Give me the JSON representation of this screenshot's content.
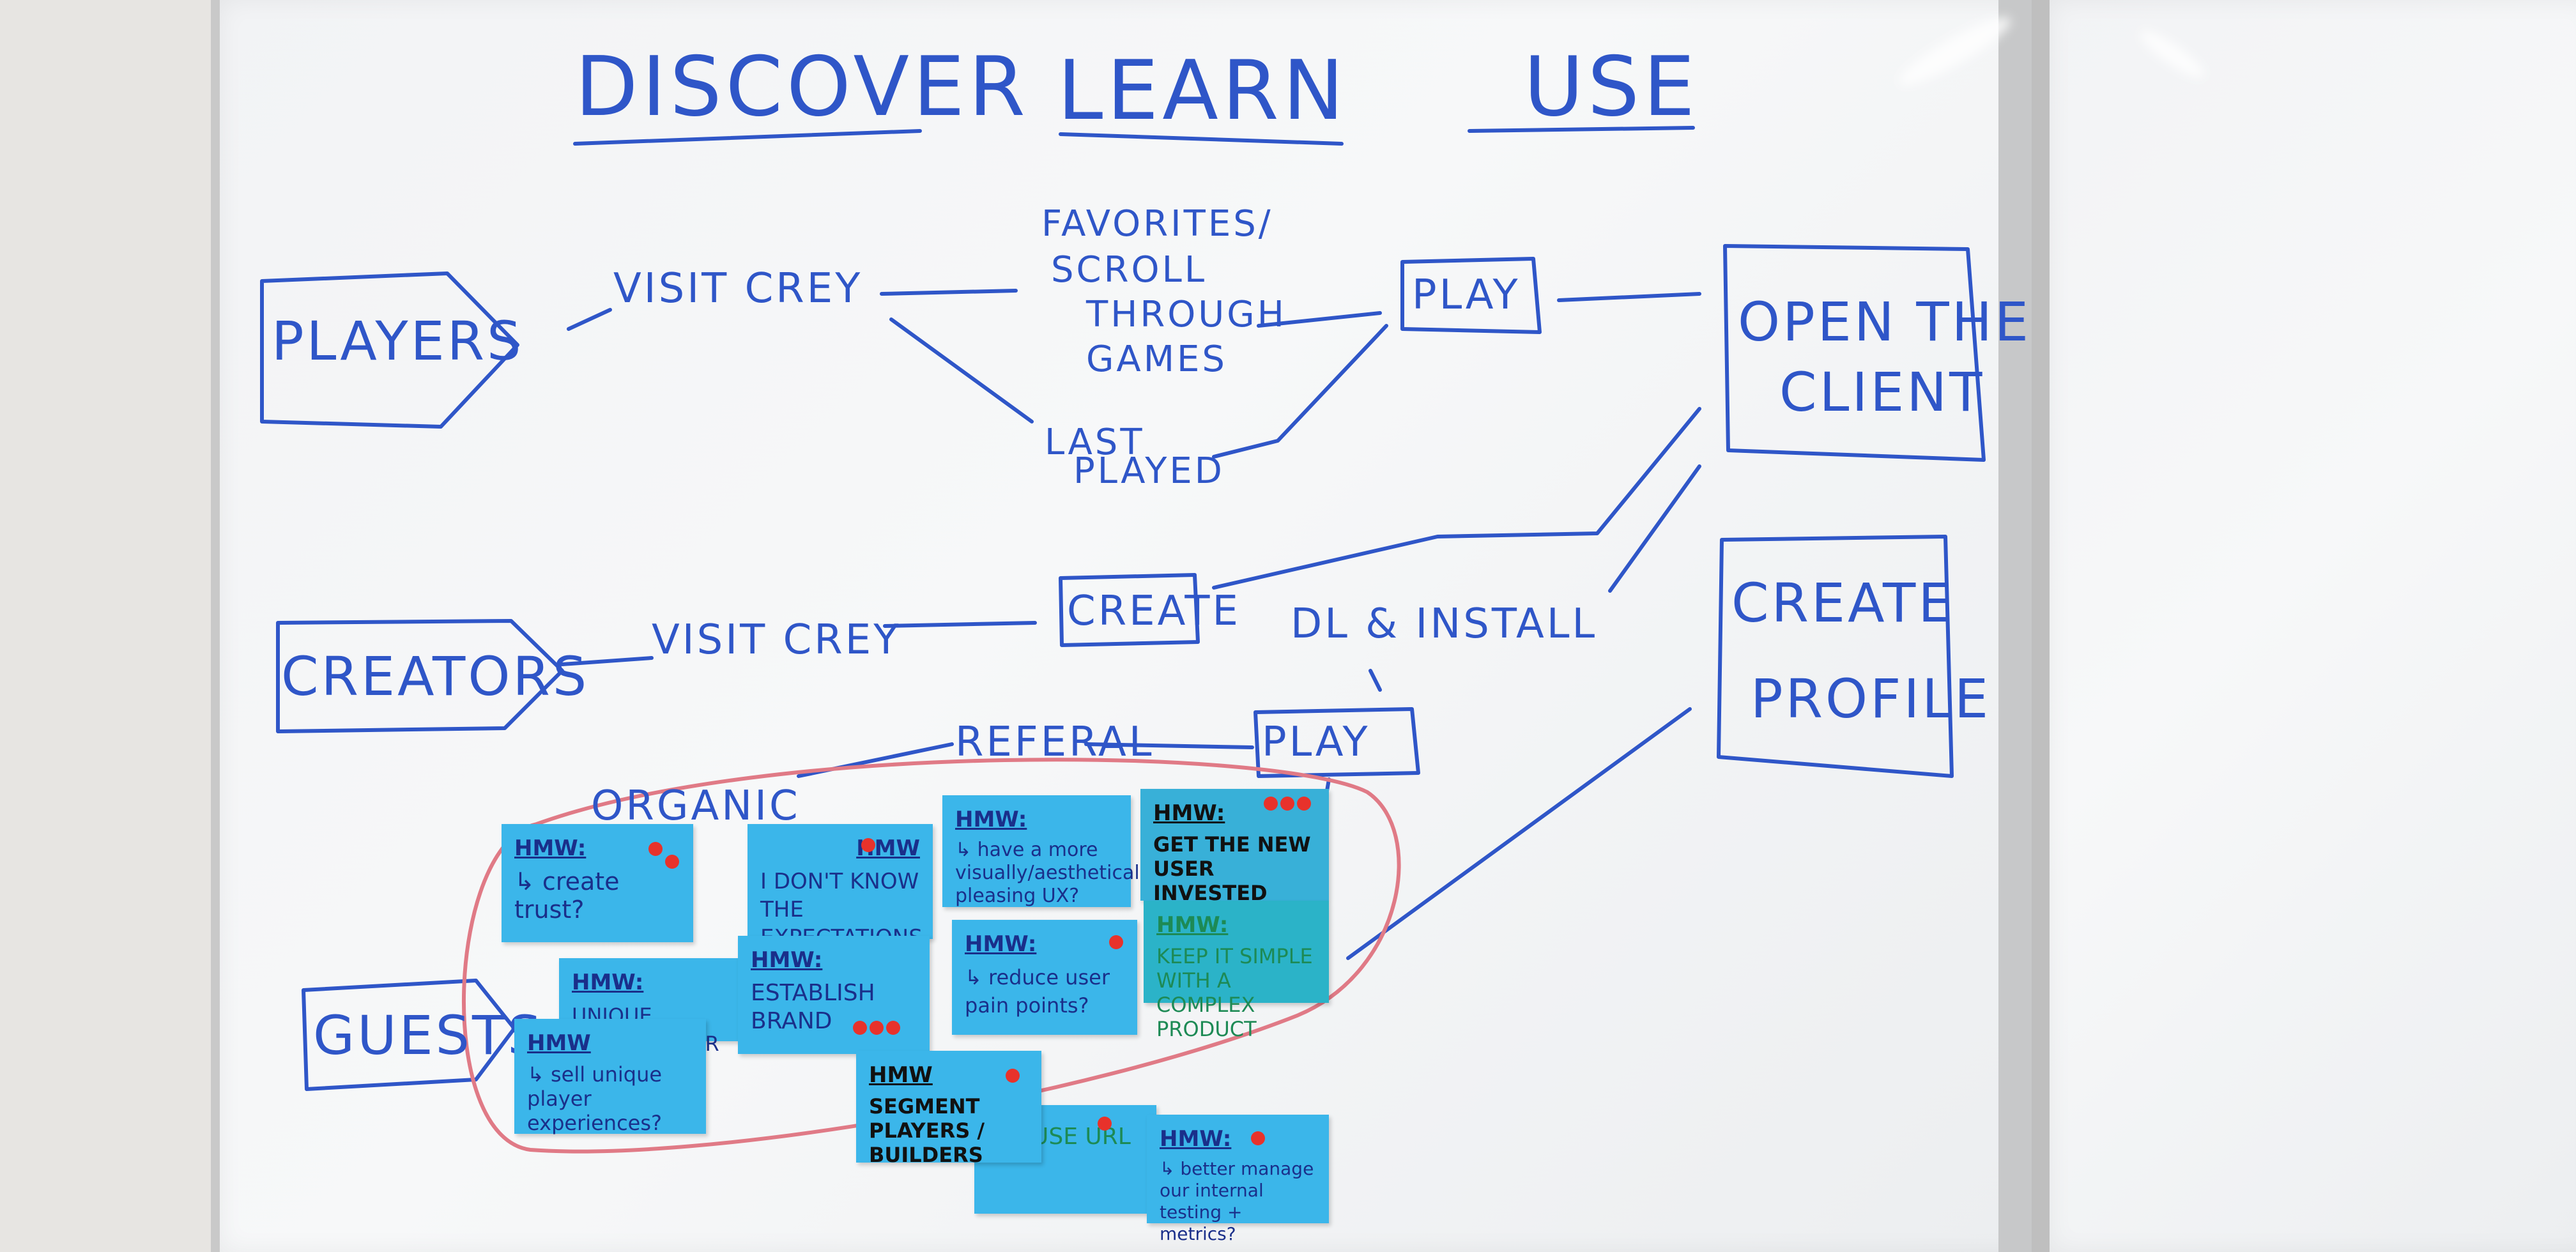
{
  "headers": {
    "discover": "DISCOVER",
    "learn": "LEARN",
    "use": "USE"
  },
  "personas": {
    "players": "PLAYERS",
    "creators": "CREATORS",
    "guests": "GUESTS"
  },
  "flow": {
    "visit_crey_1": "VISIT CREY",
    "visit_crey_2": "VISIT CREY",
    "favorites": [
      "FAVORITES/",
      "SCROLL",
      "THROUGH",
      "GAMES"
    ],
    "last_played": [
      "LAST",
      "PLAYED"
    ],
    "play_1": "PLAY",
    "create": "CREATE",
    "dl_install": "DL & INSTALL",
    "referral": "REFERAL",
    "play_2": "PLAY",
    "organic": "ORGANIC",
    "open_client": [
      "OPEN THE",
      "CLIENT"
    ],
    "create_profile": [
      "CREATE",
      "PROFILE"
    ]
  },
  "stickies": [
    {
      "hmw": "HMW:",
      "text": "↳ create trust?"
    },
    {
      "hmw": "HMW",
      "text": "I DON'T KNOW THE EXPECTATIONS"
    },
    {
      "hmw": "HMW:",
      "text": "↳ have a more visually/aesthetically pleasing UX?"
    },
    {
      "hmw": "HMW:",
      "text": "GET THE NEW USER INVESTED BEFORE DOWNLOAD"
    },
    {
      "hmw": "HMW:",
      "text": "KEEP IT SIMPLE WITH A COMPLEX PRODUCT"
    },
    {
      "hmw": "HMW:",
      "text": "ESTABLISH BRAND"
    },
    {
      "hmw": "HMW:",
      "text": "↳ reduce user pain points?"
    },
    {
      "hmw": "HMW:",
      "text": "UNIQUE CONTENT FOR"
    },
    {
      "hmw": "HMW",
      "text": "↳ sell unique player experiences?"
    },
    {
      "hmw": "HMW",
      "text": "SEGMENT PLAYERS / BUILDERS"
    },
    {
      "hmw": "",
      "text": "USE URL"
    },
    {
      "hmw": "HMW:",
      "text": "↳ better manage our internal testing + metrics?"
    }
  ],
  "colors": {
    "marker_blue": "#2f56c8",
    "marker_red": "#e07a86",
    "sticky_blue": "#3bb6ea",
    "dot_red": "#e8322b"
  }
}
